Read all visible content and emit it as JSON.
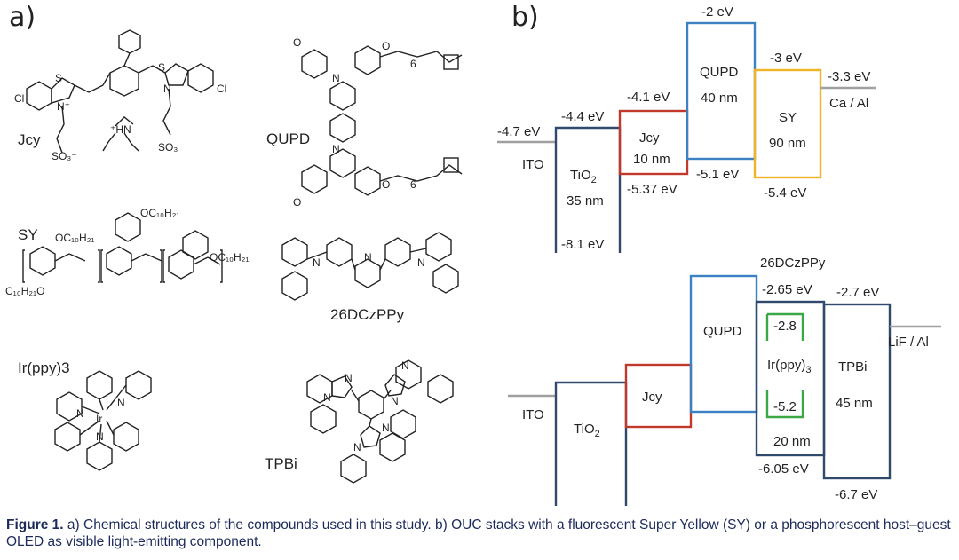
{
  "panel_a": {
    "label": "a)",
    "compounds": [
      "Jcy",
      "QUPD",
      "SY",
      "26DCzPPy",
      "Ir(ppy)3",
      "TPBi"
    ]
  },
  "panel_b": {
    "label": "b)",
    "top": {
      "ito": {
        "name": "ITO",
        "wf": "-4.7 eV"
      },
      "tio2": {
        "name": "TiO2",
        "thickness": "35 nm",
        "lumo": "-4.4 eV",
        "homo": "-8.1 eV"
      },
      "jcy": {
        "name": "Jcy",
        "thickness": "10 nm",
        "lumo": "-4.1 eV",
        "homo": "-5.37 eV"
      },
      "qupd": {
        "name": "QUPD",
        "thickness": "40 nm",
        "lumo": "-2 eV",
        "homo": "-5.1 eV"
      },
      "sy": {
        "name": "SY",
        "thickness": "90 nm",
        "lumo": "-3 eV",
        "homo": "-5.4 eV"
      },
      "cathode": {
        "name": "Ca / Al",
        "wf": "-3.3 eV"
      }
    },
    "bottom": {
      "ito": "ITO",
      "tio2": "TiO2",
      "jcy": "Jcy",
      "qupd": "QUPD",
      "host": {
        "name": "26DCzPPy",
        "lumo": "-2.65 eV",
        "homo": "-6.05 eV",
        "thickness": "20 nm"
      },
      "guest": {
        "name": "Ir(ppy)3",
        "lumo": "-2.8",
        "homo": "-5.2"
      },
      "tpbi": {
        "name": "TPBi",
        "thickness": "45 nm",
        "lumo": "-2.7 eV",
        "homo": "-6.7 eV"
      },
      "cathode": "LiF / Al"
    }
  },
  "colors": {
    "tio2": "#2f4a6d",
    "jcy": "#c0392b",
    "qupd": "#3b82c4",
    "sy": "#f0b429",
    "electrode": "#a0a0a0",
    "guest": "#3aa845",
    "host": "#2f4a6d"
  },
  "caption": {
    "label": "Figure 1.",
    "text": " a) Chemical structures of the compounds used in this study. b) OUC stacks with a fluorescent Super Yellow (SY) or a phosphorescent host–guest OLED as visible light-emitting component."
  }
}
